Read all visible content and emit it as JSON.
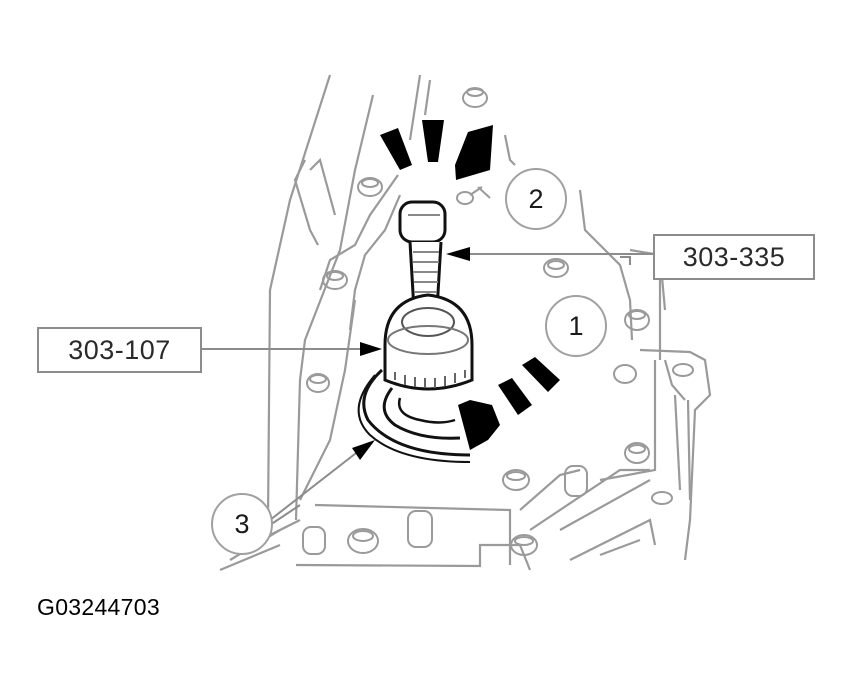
{
  "figure": {
    "id_label": "G03244703",
    "description": "Service illustration: installing seal/bushing with special tools into transmission case"
  },
  "callouts": {
    "tool_upper": {
      "label": "303-335"
    },
    "tool_left": {
      "label": "303-107"
    }
  },
  "step_markers": [
    {
      "number": "1"
    },
    {
      "number": "2"
    },
    {
      "number": "3"
    }
  ],
  "colors": {
    "line_art": "#8c8c8c",
    "dark_line": "#1a1a1a",
    "arrow_fill": "#000000",
    "background": "#ffffff"
  }
}
